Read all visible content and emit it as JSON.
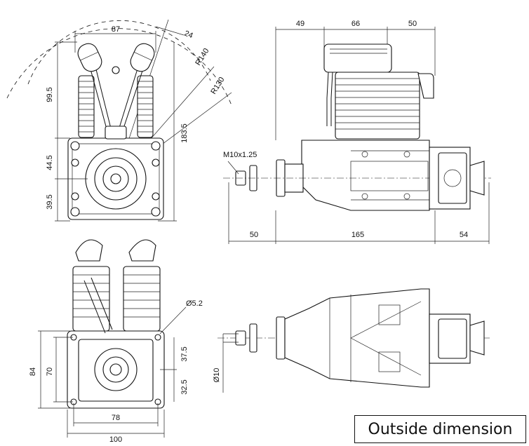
{
  "title": "Outside dimension",
  "front_view": {
    "top_width": "87",
    "angle_offset": "24",
    "radius_outer": "R140",
    "radius_inner": "R130",
    "cylinder_height": "99.5",
    "total_height": "183.5",
    "crank_to_case": "44.5",
    "case_bottom": "39.5"
  },
  "side_view": {
    "top_seg_1": "49",
    "top_seg_2": "66",
    "top_seg_3": "50",
    "thread": "M10x1.25",
    "bottom_seg_1": "50",
    "bottom_seg_2": "165",
    "bottom_seg_3": "54"
  },
  "bottom_front_view": {
    "hole_dia": "Ø5.2",
    "outer_height": "84",
    "inner_height": "70",
    "upper_offset": "37.5",
    "lower_offset": "32.5",
    "inner_width": "78",
    "outer_width": "100"
  },
  "bottom_side_view": {
    "shaft_dia": "Ø10"
  }
}
